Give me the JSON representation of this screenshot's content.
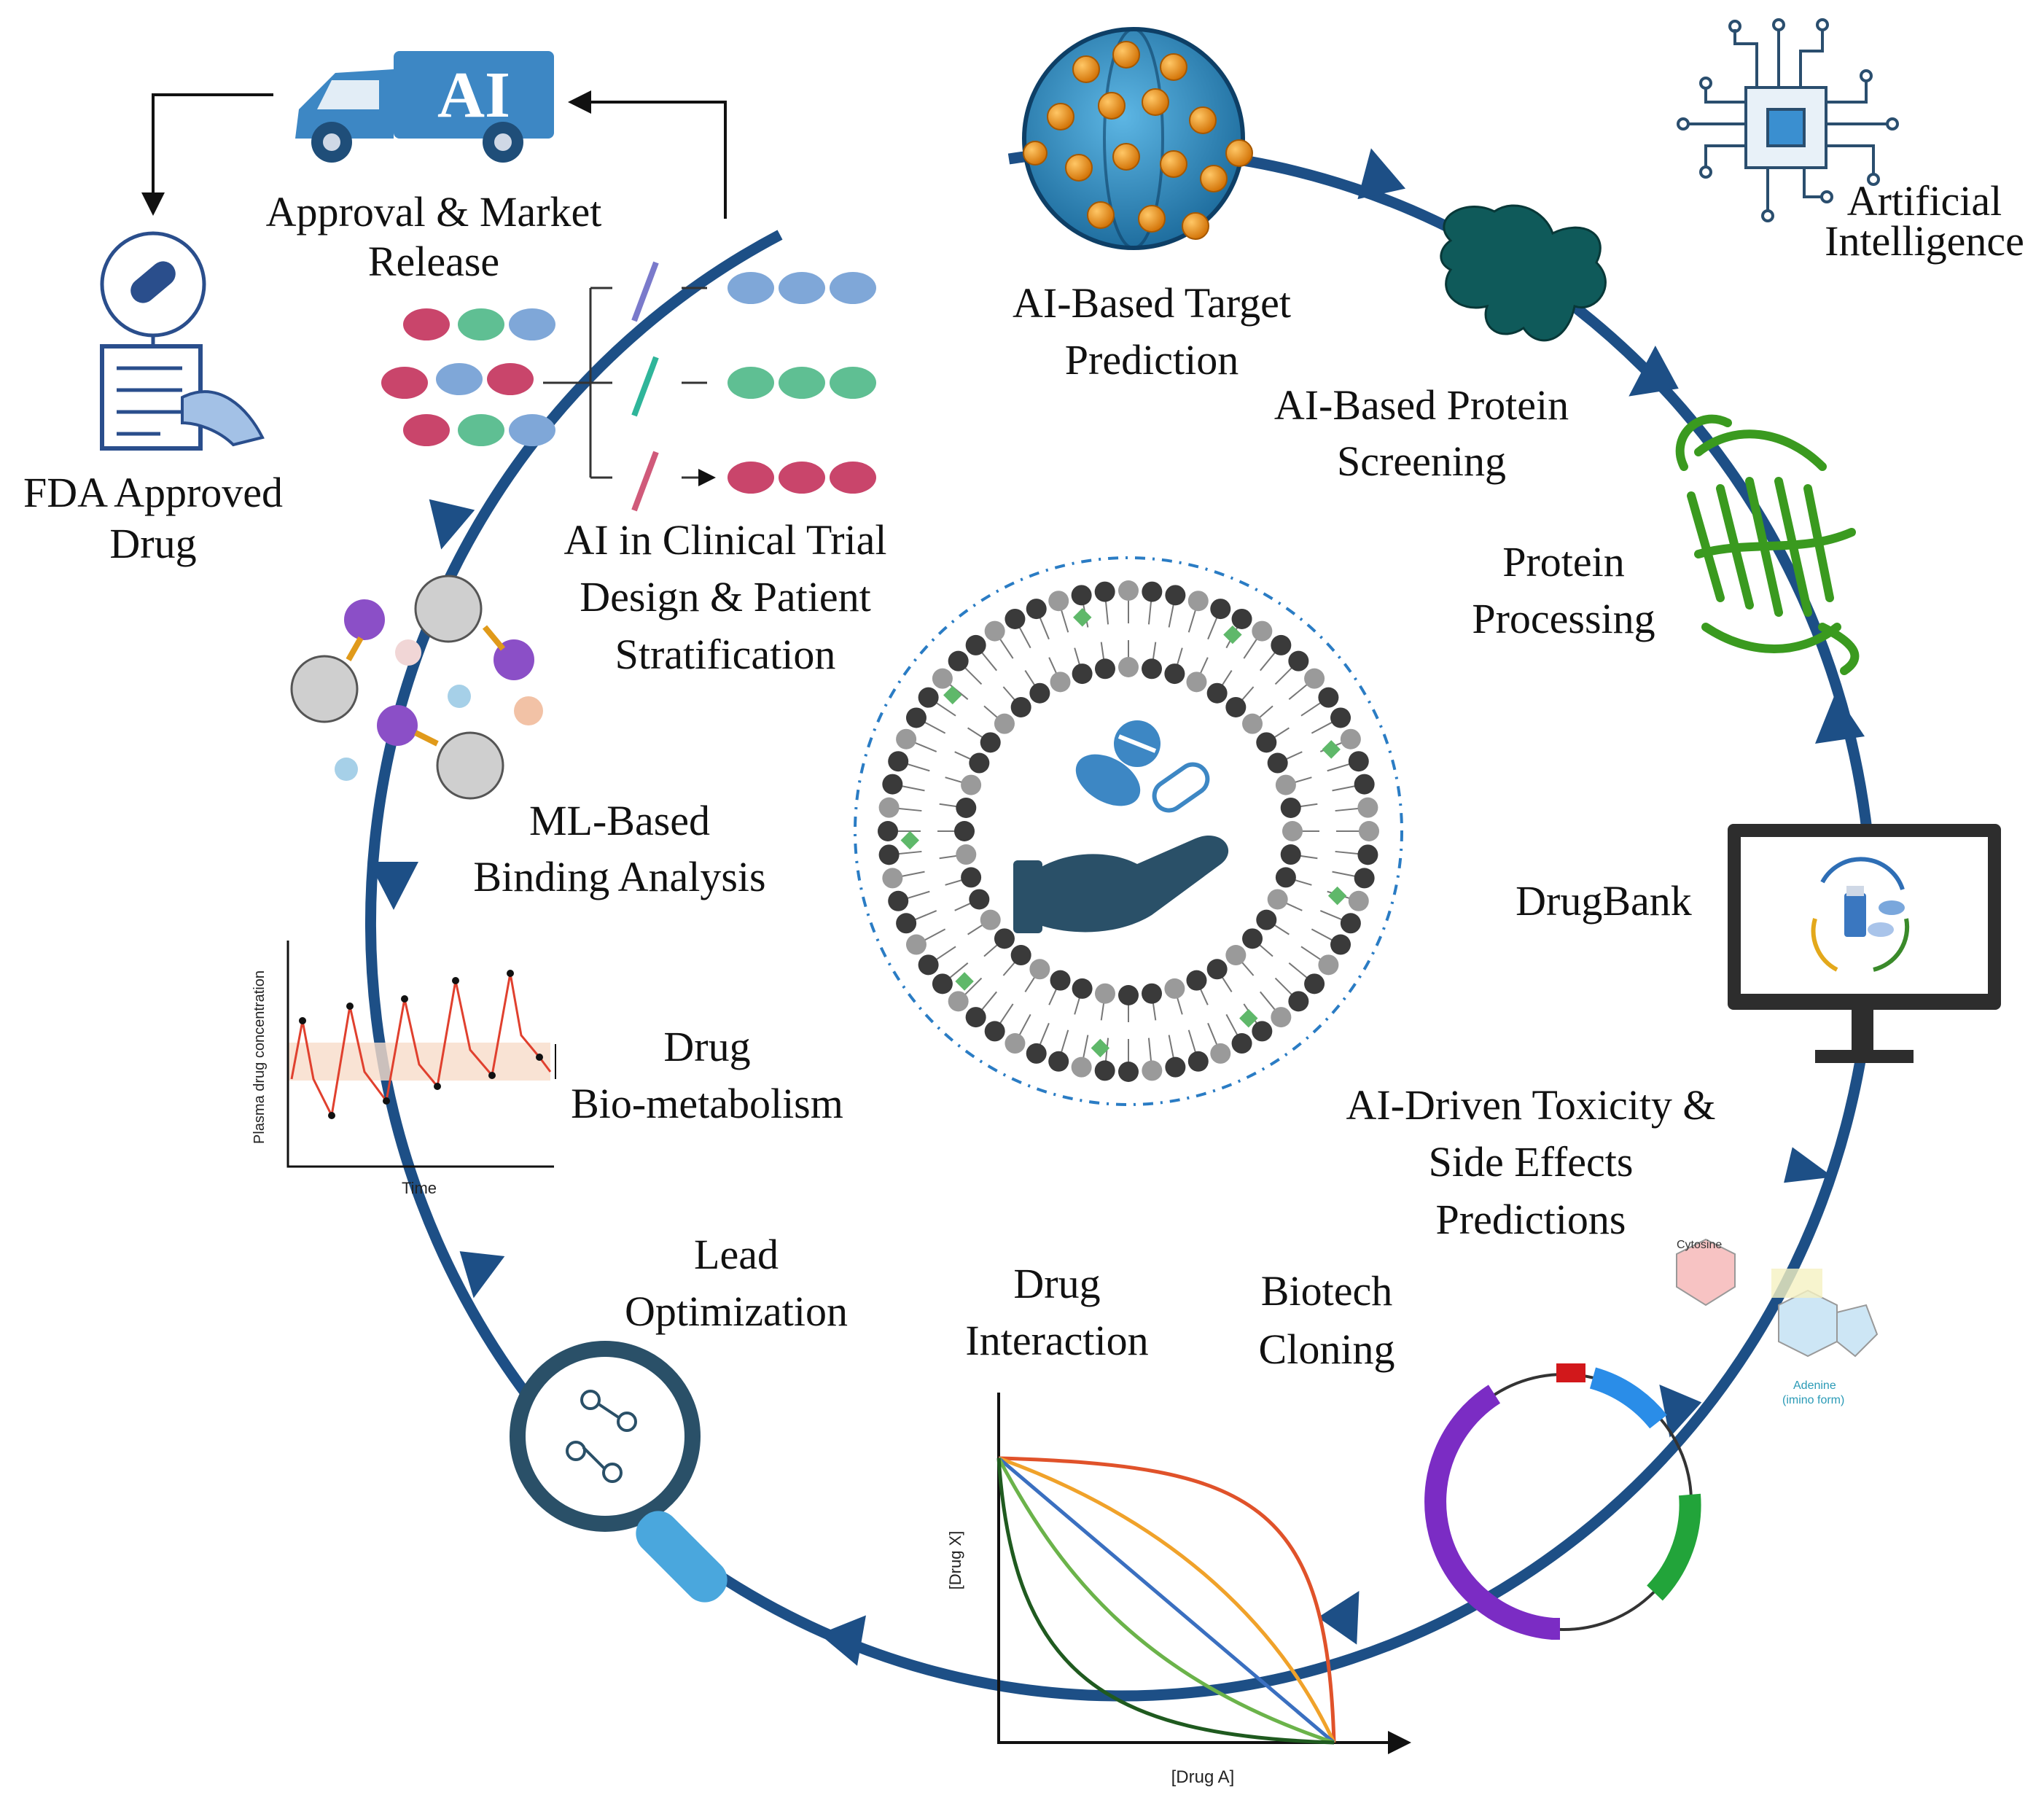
{
  "labels": {
    "target_prediction": [
      "AI-Based Target",
      "Prediction"
    ],
    "artificial_intelligence": [
      "Artificial",
      "Intelligence"
    ],
    "protein_screening": [
      "AI-Based Protein",
      "Screening"
    ],
    "protein_processing": [
      "Protein",
      "Processing"
    ],
    "drugbank": "DrugBank",
    "toxicity": [
      "AI-Driven Toxicity &",
      "Side Effects",
      "Predictions"
    ],
    "biotech_cloning": [
      "Biotech",
      "Cloning"
    ],
    "drug_interaction": [
      "Drug",
      "Interaction"
    ],
    "lead_optimization": [
      "Lead",
      "Optimization"
    ],
    "bio_metabolism": [
      "Drug",
      "Bio-metabolism"
    ],
    "binding_analysis": [
      "ML-Based",
      "Binding Analysis"
    ],
    "clinical_trial": [
      "AI in Clinical Trial",
      "Design & Patient",
      "Stratification"
    ],
    "approval": [
      "Approval & Market",
      "Release"
    ],
    "fda": [
      "FDA Approved",
      "Drug"
    ]
  },
  "truck_text": "AI",
  "pk_plot": {
    "ylabel": "Plasma drug concentration",
    "xlabel": "Time"
  },
  "interaction_plot": {
    "xlabel": "[Drug A]",
    "ylabel": "[Drug X]"
  },
  "molecule_labels": {
    "cytosine": "Cytosine",
    "adenine": "Adenine",
    "adenine_form": "(imino form)"
  },
  "colors": {
    "cycle": "#1d4f86",
    "truck": "#3d87c4",
    "protein_green": "#3a9a1f",
    "plasmid_purple": "#7b2cc4",
    "mouse_pink": "#c9456b",
    "mouse_green": "#5fbf93",
    "mouse_blue": "#7fa7d8"
  }
}
